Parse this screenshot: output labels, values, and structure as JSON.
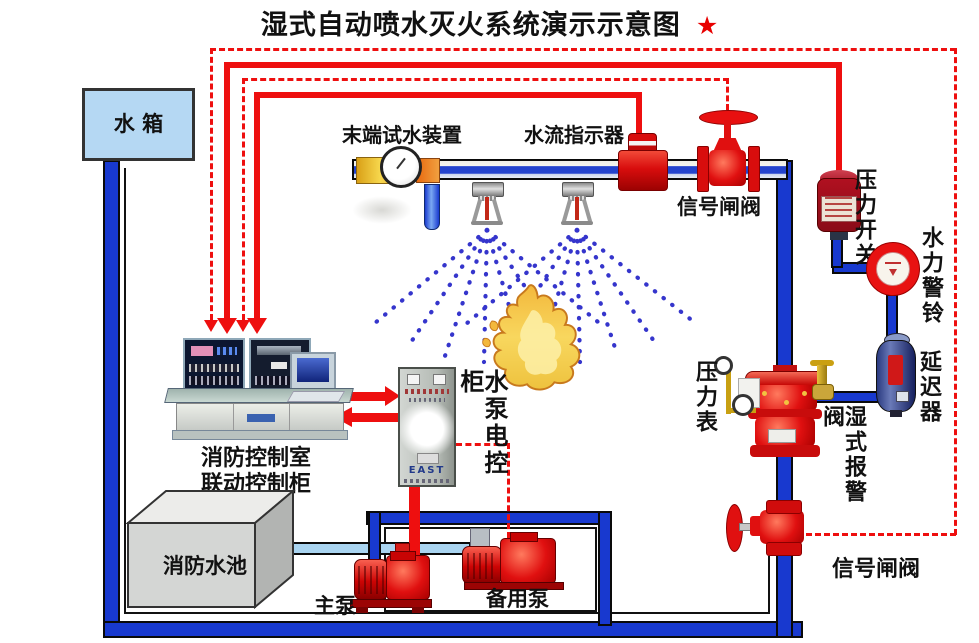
{
  "title": {
    "text": "湿式自动喷水灭火系统演示示意图",
    "star": "★"
  },
  "components": {
    "water_tank": {
      "label": "水  箱"
    },
    "end_test_device": {
      "label": "末端试水装置"
    },
    "water_flow_indicator": {
      "label": "水流指示器"
    },
    "signal_gate_valve_top": {
      "label": "信号闸阀"
    },
    "pressure_switch": {
      "label": "压力开关"
    },
    "hydraulic_alarm_bell": {
      "label": "水力警铃"
    },
    "delay_device": {
      "label": "延迟器"
    },
    "pressure_gauge": {
      "label": "压力表"
    },
    "wet_alarm_valve": {
      "label": "湿式报警阀"
    },
    "signal_gate_valve_bottom": {
      "label": "信号闸阀"
    },
    "fire_control_room": {
      "label_line1": "消防控制室",
      "label_line2": "联动控制柜"
    },
    "pump_control_cabinet": {
      "label": "水泵电控柜",
      "brand": "EAST"
    },
    "fire_water_pool": {
      "label": "消防水池"
    },
    "main_pump": {
      "label": "主泵"
    },
    "backup_pump": {
      "label": "备用泵"
    }
  },
  "colors": {
    "pipe_blue": "#1839cf",
    "pipe_light_blue": "#a9d4f0",
    "signal_red": "#ee0f0f",
    "tank_fill": "#b5d8f3",
    "equipment_red": "#d81010",
    "flame_yellow": "#f6cf4e"
  }
}
